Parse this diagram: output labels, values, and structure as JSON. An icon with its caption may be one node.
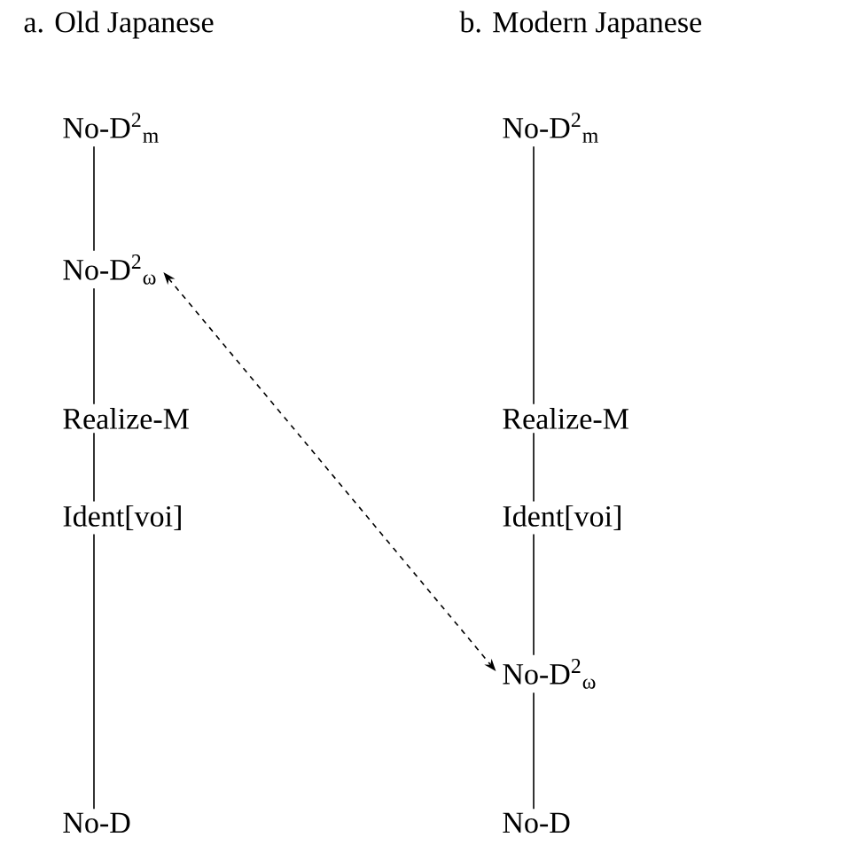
{
  "diagram": {
    "nodes": [
      {
        "text": [
          "No-D$^{2}$$_{m}$"
        ]
      },
      {
        "text": [
          "No-D$^{2}$$_{ω}$"
        ]
      },
      {
        "text": [
          "Realize-M"
        ]
      },
      {
        "text": [
          "Ident[voi]"
        ]
      },
      {
        "text": [
          "No-D"
        ]
      },
      {
        "text": [
          "No-D$^{2}$$_{m}$"
        ]
      },
      {
        "text": [
          "Realize-M"
        ]
      },
      {
        "text": [
          "Ident[voi]"
        ]
      },
      {
        "text": [
          "No-D$^{2}$$_{ω}$"
        ]
      },
      {
        "text": [
          "No-D"
        ]
      }
    ],
    "edges": [
      {
        "from": 0,
        "to": 1,
        "arrow": "none"
      },
      {
        "from": 1,
        "to": 2,
        "arrow": "none"
      },
      {
        "from": 2,
        "to": 3,
        "arrow": "none"
      },
      {
        "from": 3,
        "to": 4,
        "arrow": "none"
      },
      {
        "from": 5,
        "to": 6,
        "arrow": "none"
      },
      {
        "from": 6,
        "to": 7,
        "arrow": "none"
      },
      {
        "from": 7,
        "to": 8,
        "arrow": "none"
      },
      {
        "from": 8,
        "to": 9,
        "arrow": "none"
      },
      {
        "from": 1,
        "to": 8,
        "arrow": "both",
        "style": "dashed"
      }
    ],
    "labels": [
      "a. Old Japanese",
      "b. Modern Japanese"
    ]
  }
}
